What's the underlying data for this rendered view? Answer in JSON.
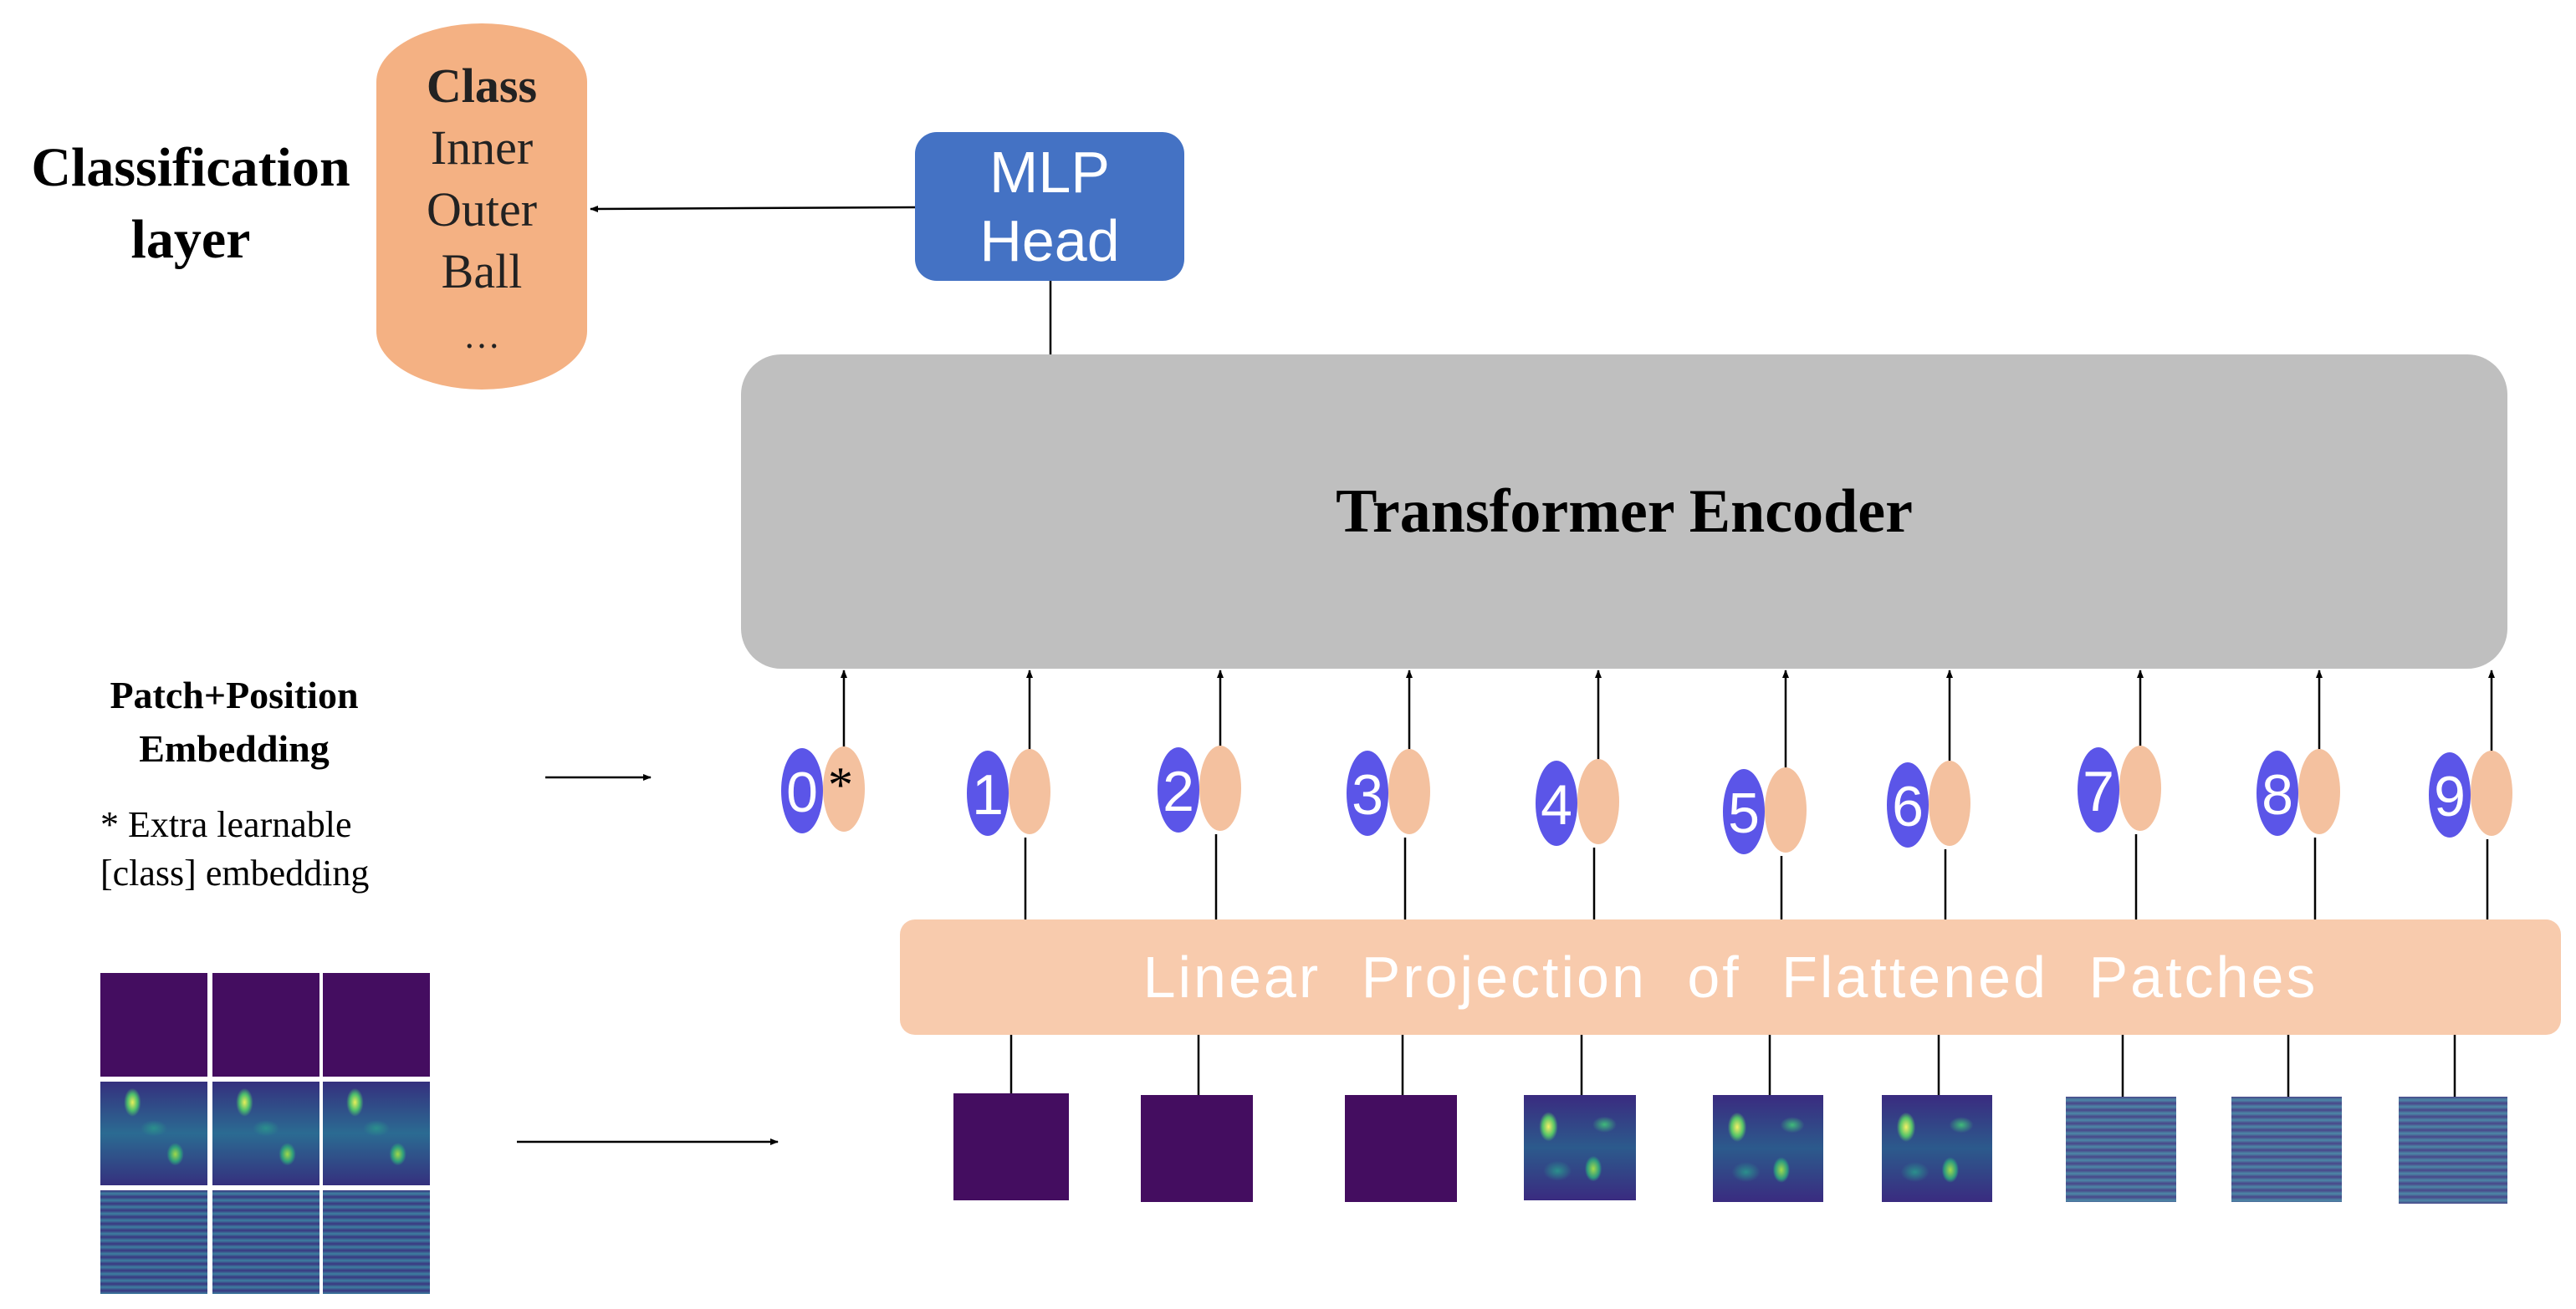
{
  "classification_layer": {
    "line1": "Classification",
    "line2": "layer"
  },
  "class_cylinder": {
    "title": "Class",
    "items": [
      "Inner",
      "Outer",
      "Ball",
      "…"
    ]
  },
  "mlp_head": {
    "line1": "MLP",
    "line2": "Head"
  },
  "transformer_encoder": {
    "label": "Transformer Encoder"
  },
  "patch_position": {
    "line1": "Patch+Position",
    "line2": "Embedding"
  },
  "extra_note": {
    "line1": "* Extra learnable",
    "line2": "[class] embedding"
  },
  "linear_projection": {
    "label": "Linear Projection of Flattened Patches"
  },
  "tokens": [
    "0",
    "1",
    "2",
    "3",
    "4",
    "5",
    "6",
    "7",
    "8",
    "9"
  ],
  "class_token_marker": "*",
  "patches": [
    {
      "kind": "dark"
    },
    {
      "kind": "dark"
    },
    {
      "kind": "dark"
    },
    {
      "kind": "bright"
    },
    {
      "kind": "bright"
    },
    {
      "kind": "bright"
    },
    {
      "kind": "striped"
    },
    {
      "kind": "striped"
    },
    {
      "kind": "striped"
    }
  ],
  "colors": {
    "mlp_head": "#4472c4",
    "transformer_encoder": "#bfbfbf",
    "linear_projection": "#f8cbad",
    "class_cylinder": "#f4b183",
    "token_position": "#5b55e8",
    "token_patch": "#f4c19f",
    "patch_background": "#440d60"
  }
}
